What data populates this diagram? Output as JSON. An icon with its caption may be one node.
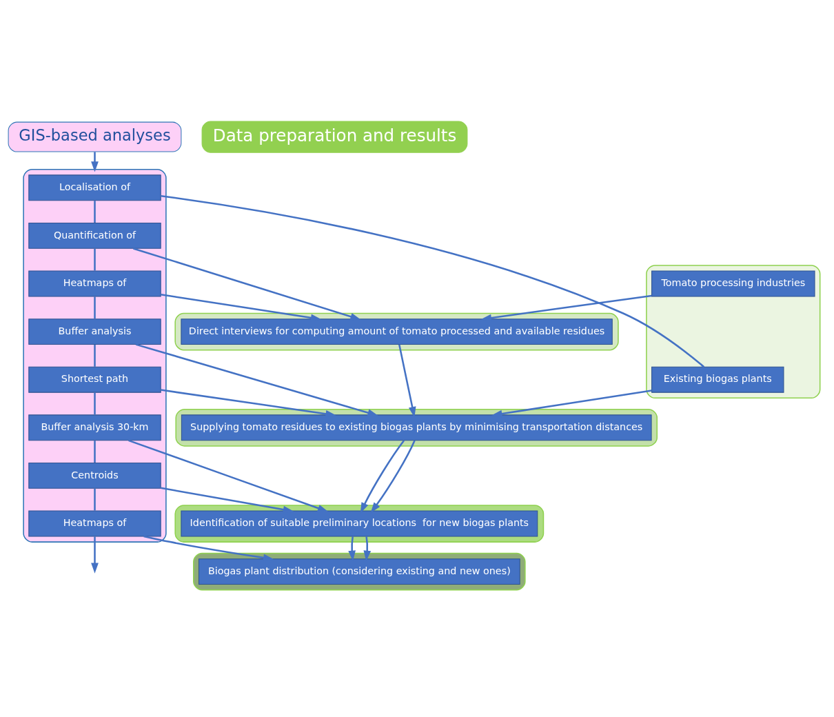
{
  "diagram": {
    "nodes": [
      {
        "text": [
          "GIS-based analyses"
        ]
      },
      {
        "text": [
          "Data preparation and results"
        ]
      },
      {
        "text": [],
        "shape": "box"
      },
      {
        "text": [
          "Localisation of"
        ],
        "in": 2
      },
      {
        "text": [
          "Quantification of"
        ],
        "in": 2
      },
      {
        "text": [
          "Heatmaps of"
        ],
        "in": 2
      },
      {
        "text": [
          "Buffer analysis"
        ],
        "in": 2
      },
      {
        "text": [
          "Shortest path"
        ],
        "in": 2
      },
      {
        "text": [
          "Buffer analysis 30-km"
        ],
        "in": 2
      },
      {
        "text": [
          "Centroids"
        ],
        "in": 2
      },
      {
        "text": [
          "Heatmaps of"
        ],
        "in": 2
      },
      {
        "text": [],
        "shape": "box"
      },
      {
        "text": [
          "Existing biogas plants"
        ],
        "in": 11
      },
      {
        "text": [
          "Tomato processing industries"
        ],
        "in": 11
      },
      {
        "text": [],
        "shape": "box"
      },
      {
        "text": [
          "Direct interviews for computing amount of tomato processed and available residues"
        ],
        "in": 14
      },
      {
        "text": [],
        "shape": "box"
      },
      {
        "text": [
          "Supplying tomato residues to existing biogas plants by minimising transportation distances"
        ],
        "in": 16
      },
      {
        "text": [],
        "shape": "box"
      },
      {
        "text": [
          "Identification of suitable preliminary locations  for new biogas plants"
        ],
        "in": 18
      },
      {
        "text": [],
        "shape": "box"
      },
      {
        "text": [
          "Biogas plant distribution (considering existing and new ones)"
        ],
        "in": 20
      }
    ],
    "edges": [
      {
        "from": 0,
        "to": 2,
        "arrow": "to"
      },
      {
        "from": 3,
        "to": 12,
        "arrow": "none"
      },
      {
        "from": 3,
        "to": 4,
        "arrow": "none"
      },
      {
        "from": 4,
        "to": 5,
        "arrow": "none"
      },
      {
        "from": 5,
        "to": 6,
        "arrow": "none"
      },
      {
        "from": 6,
        "to": 7,
        "arrow": "none"
      },
      {
        "from": 7,
        "to": 8,
        "arrow": "none"
      },
      {
        "from": 8,
        "to": 9,
        "arrow": "none"
      },
      {
        "from": 9,
        "to": 10,
        "arrow": "none"
      },
      {
        "from": 10,
        "to": null,
        "arrow": "to"
      },
      {
        "from": 13,
        "to": 15,
        "arrow": "to"
      },
      {
        "from": 4,
        "to": 15,
        "arrow": "to"
      },
      {
        "from": 5,
        "to": 15,
        "arrow": "to"
      },
      {
        "from": 12,
        "to": 17,
        "arrow": "to"
      },
      {
        "from": 15,
        "to": 17,
        "arrow": "to"
      },
      {
        "from": 6,
        "to": 17,
        "arrow": "to"
      },
      {
        "from": 7,
        "to": 17,
        "arrow": "to"
      },
      {
        "from": 17,
        "to": 19,
        "arrow": "to"
      },
      {
        "from": 17,
        "to": 19,
        "arrow": "to"
      },
      {
        "from": 8,
        "to": 19,
        "arrow": "to"
      },
      {
        "from": 9,
        "to": 19,
        "arrow": "to"
      },
      {
        "from": 19,
        "to": 21,
        "arrow": "to"
      },
      {
        "from": 19,
        "to": 21,
        "arrow": "to"
      },
      {
        "from": 10,
        "to": 21,
        "arrow": "to"
      }
    ]
  }
}
